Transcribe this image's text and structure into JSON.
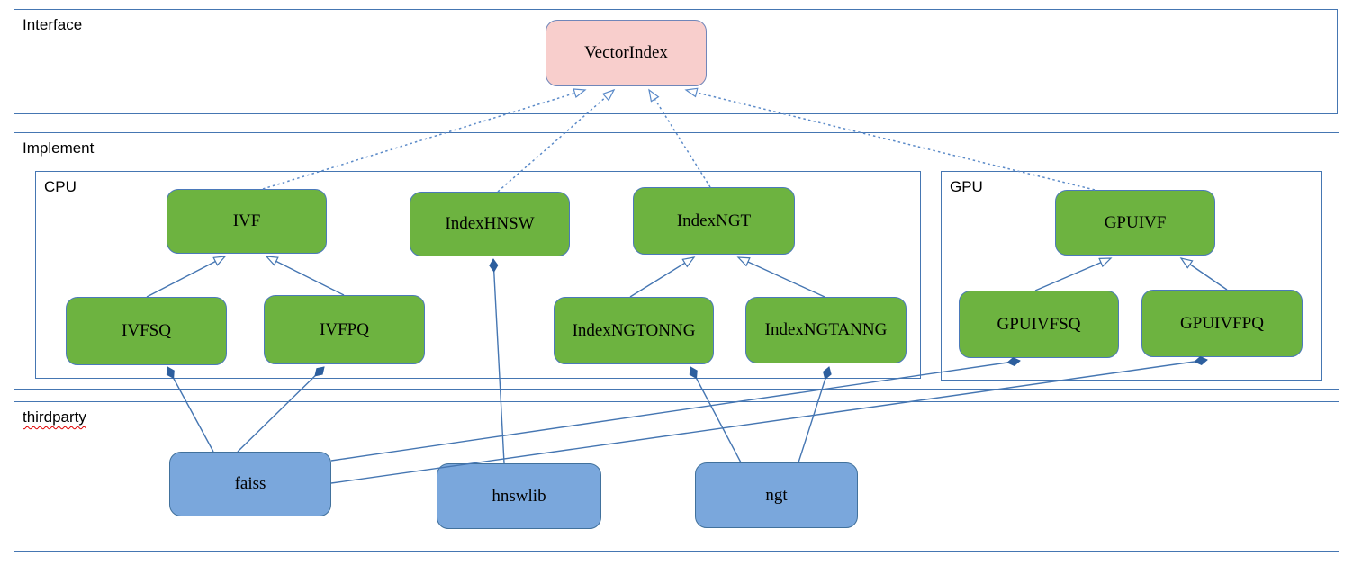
{
  "containers": {
    "interface": {
      "label": "Interface"
    },
    "implement": {
      "label": "Implement"
    },
    "cpu": {
      "label": "CPU"
    },
    "gpu": {
      "label": "GPU"
    },
    "thirdparty": {
      "label": "thirdparty"
    }
  },
  "nodes": {
    "vectorindex": {
      "label": "VectorIndex"
    },
    "ivf": {
      "label": "IVF"
    },
    "indexhnsw": {
      "label": "IndexHNSW"
    },
    "indexngt": {
      "label": "IndexNGT"
    },
    "ivfsq": {
      "label": "IVFSQ"
    },
    "ivfpq": {
      "label": "IVFPQ"
    },
    "indexngtonng": {
      "label": "IndexNGTONNG"
    },
    "indexngtanng": {
      "label": "IndexNGTANNG"
    },
    "gpuivf": {
      "label": "GPUIVF"
    },
    "gpuivfsq": {
      "label": "GPUIVFSQ"
    },
    "gpuivfpq": {
      "label": "GPUIVFPQ"
    },
    "faiss": {
      "label": "faiss"
    },
    "hnswlib": {
      "label": "hnswlib"
    },
    "ngt": {
      "label": "ngt"
    }
  },
  "edges": [
    {
      "from": "IVF",
      "to": "VectorIndex",
      "type": "realization-dashed-open-arrow"
    },
    {
      "from": "IndexHNSW",
      "to": "VectorIndex",
      "type": "realization-dashed-open-arrow"
    },
    {
      "from": "IndexNGT",
      "to": "VectorIndex",
      "type": "realization-dashed-open-arrow"
    },
    {
      "from": "GPUIVF",
      "to": "VectorIndex",
      "type": "realization-dashed-open-arrow"
    },
    {
      "from": "IVFSQ",
      "to": "IVF",
      "type": "generalization-open-arrow"
    },
    {
      "from": "IVFPQ",
      "to": "IVF",
      "type": "generalization-open-arrow"
    },
    {
      "from": "IndexNGTONNG",
      "to": "IndexNGT",
      "type": "generalization-open-arrow"
    },
    {
      "from": "IndexNGTANNG",
      "to": "IndexNGT",
      "type": "generalization-open-arrow"
    },
    {
      "from": "GPUIVFSQ",
      "to": "GPUIVF",
      "type": "generalization-open-arrow"
    },
    {
      "from": "GPUIVFPQ",
      "to": "GPUIVF",
      "type": "generalization-open-arrow"
    },
    {
      "from": "faiss",
      "to": "IVFSQ",
      "type": "composition-filled-diamond"
    },
    {
      "from": "faiss",
      "to": "IVFPQ",
      "type": "composition-filled-diamond"
    },
    {
      "from": "faiss",
      "to": "GPUIVFSQ",
      "type": "composition-filled-diamond"
    },
    {
      "from": "faiss",
      "to": "GPUIVFPQ",
      "type": "composition-filled-diamond"
    },
    {
      "from": "hnswlib",
      "to": "IndexHNSW",
      "type": "composition-filled-diamond"
    },
    {
      "from": "ngt",
      "to": "IndexNGTONNG",
      "type": "composition-filled-diamond"
    },
    {
      "from": "ngt",
      "to": "IndexNGTANNG",
      "type": "composition-filled-diamond"
    }
  ],
  "colors": {
    "container_border": "#4576b2",
    "edge_solid": "#4576b2",
    "edge_dashed": "#5b8ac8",
    "node_green_fill": "#6db340",
    "node_green_border": "#4b79ba",
    "node_pink_fill": "#f8cecc",
    "node_pink_border": "#7086b9",
    "node_blue_fill": "#7aa7dc",
    "node_blue_border": "#41719c",
    "diamond_fill": "#2d5f9e",
    "spellcheck_wave": "#e00000",
    "text": "#000000",
    "background": "#ffffff"
  }
}
